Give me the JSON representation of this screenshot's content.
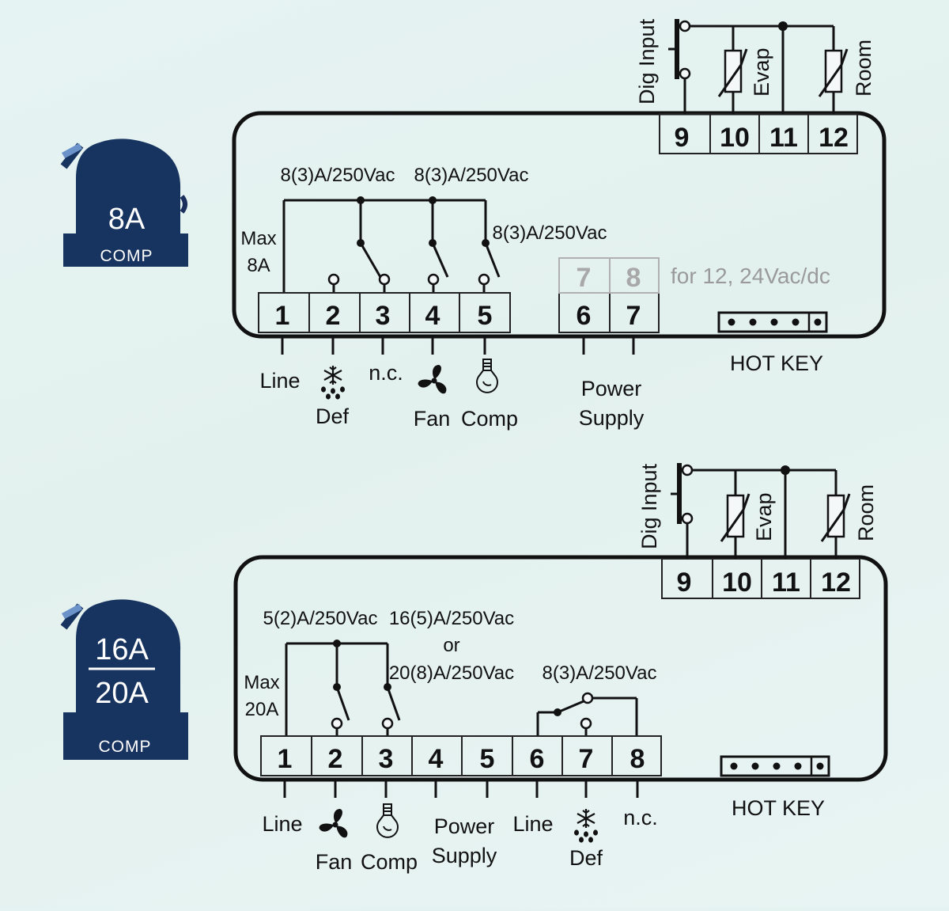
{
  "badges": [
    {
      "rating": "8A",
      "label": "COMP"
    },
    {
      "rating_top": "16A",
      "rating_bottom": "20A",
      "label": "COMP"
    }
  ],
  "diagram_8a": {
    "top_terminals": [
      "9",
      "10",
      "11",
      "12"
    ],
    "top_labels": {
      "dig_input": "Dig Input",
      "evap": "Evap",
      "room": "Room"
    },
    "ratings": [
      "8(3)A/250Vac",
      "8(3)A/250Vac",
      "8(3)A/250Vac"
    ],
    "max_label": [
      "Max",
      "8A"
    ],
    "terminals": [
      "1",
      "2",
      "3",
      "4",
      "5",
      "6",
      "7"
    ],
    "alt_terminals": [
      "7",
      "8"
    ],
    "alt_note": "for 12, 24Vac/dc",
    "bottom_labels": {
      "line": "Line",
      "def": "Def",
      "nc": "n.c.",
      "fan": "Fan",
      "comp": "Comp",
      "power": "Power",
      "supply": "Supply"
    },
    "hot_key": "HOT KEY"
  },
  "diagram_20a": {
    "top_terminals": [
      "9",
      "10",
      "11",
      "12"
    ],
    "top_labels": {
      "dig_input": "Dig Input",
      "evap": "Evap",
      "room": "Room"
    },
    "ratings": {
      "r1": "5(2)A/250Vac",
      "r2a": "16(5)A/250Vac",
      "r2or": "or",
      "r2b": "20(8)A/250Vac",
      "r3": "8(3)A/250Vac"
    },
    "max_label": [
      "Max",
      "20A"
    ],
    "terminals": [
      "1",
      "2",
      "3",
      "4",
      "5",
      "6",
      "7",
      "8"
    ],
    "bottom_labels": {
      "line": "Line",
      "fan": "Fan",
      "comp": "Comp",
      "power": "Power",
      "supply": "Supply",
      "line2": "Line",
      "def": "Def",
      "nc": "n.c."
    },
    "hot_key": "HOT KEY"
  },
  "colors": {
    "badge": "#17335f",
    "line": "#111111",
    "faded": "#a8a8a8"
  },
  "icons": [
    "snowflake-drip-icon",
    "fan-icon",
    "compressor-bulb-icon"
  ]
}
